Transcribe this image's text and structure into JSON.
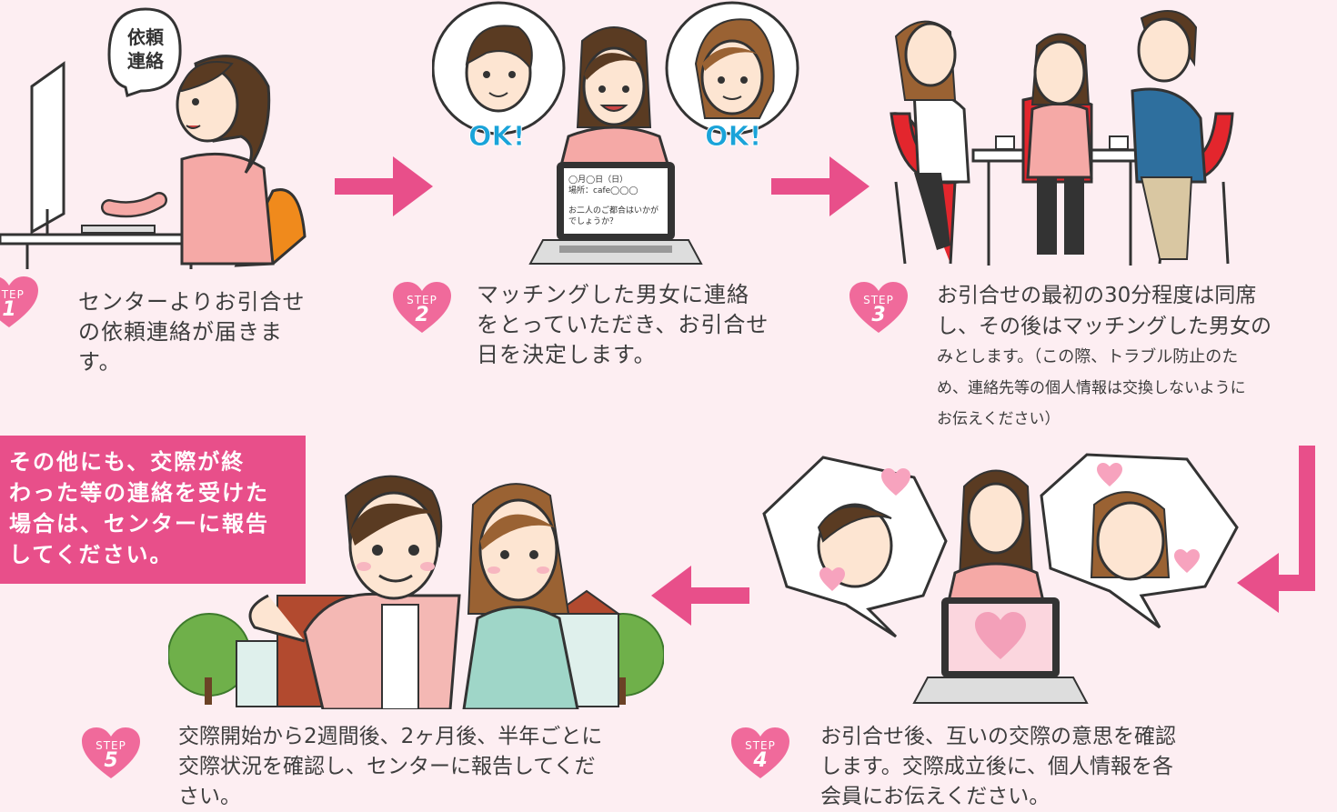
{
  "steps": {
    "step1": {
      "badge_label": "STEP",
      "number": "1",
      "lines": [
        "センターよりお引合せ",
        "の依頼連絡が届きま",
        "す。"
      ]
    },
    "step2": {
      "badge_label": "STEP",
      "number": "2",
      "lines": [
        "マッチングした男女に連絡",
        "をとっていただき、お引合せ",
        "日を決定します。"
      ]
    },
    "step3": {
      "badge_label": "STEP",
      "number": "3",
      "lines": [
        "お引合せの最初の30分程度は同席",
        "し、その後はマッチングした男女の",
        "みとします。（この際、トラブル防止のた",
        "め、連絡先等の個人情報は交換しないように",
        "お伝えください）"
      ]
    },
    "step4": {
      "badge_label": "STEP",
      "number": "4",
      "lines": [
        "お引合せ後、互いの交際の意思を確認",
        "します。交際成立後に、個人情報を各",
        "会員にお伝えください。"
      ]
    },
    "step5": {
      "badge_label": "STEP",
      "number": "5",
      "lines": [
        "交際開始から2週間後、2ヶ月後、半年ごとに",
        "交際状況を確認し、センターに報告してくだ",
        "さい。"
      ]
    }
  },
  "note": {
    "lines": [
      "その他にも、交際が終",
      "わった等の連絡を受けた",
      "場合は、センターに報告",
      "してください。"
    ]
  },
  "illustrations": {
    "speech_bubble": [
      "依頼",
      "連絡"
    ],
    "ok_label": "OK!",
    "laptop_screen": [
      "◯月◯日（日）",
      "場所：cafe◯◯◯",
      "お二人のご都合はいかが",
      "でしょうか？"
    ]
  },
  "colors": {
    "accent": "#e84f8a",
    "heart": "#f06a9b",
    "background": "#fdeef2",
    "text": "#3d3d3d",
    "ok_blue": "#1aa3d9"
  }
}
